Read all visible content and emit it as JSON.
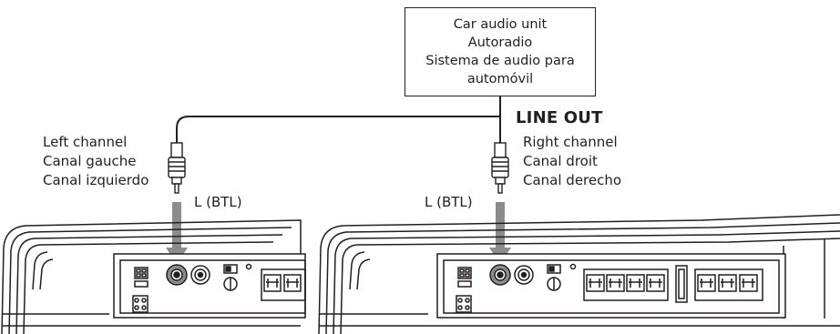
{
  "car_audio_unit": {
    "lines": [
      "Car audio unit",
      "Autoradio",
      "Sistema de audio para",
      "automóvil"
    ]
  },
  "line_out_label": "LINE OUT",
  "left_channel": {
    "lines": [
      "Left channel",
      "Canal gauche",
      "Canal izquierdo"
    ]
  },
  "right_channel": {
    "lines": [
      "Right channel",
      "Canal droit",
      "Canal derecho"
    ]
  },
  "amplifier_left": {
    "input_label": "L (BTL)"
  },
  "amplifier_right": {
    "input_label": "L (BTL)"
  },
  "colors": {
    "line": "#231f20",
    "arrow": "#8c8c8c",
    "background": "#ffffff"
  }
}
